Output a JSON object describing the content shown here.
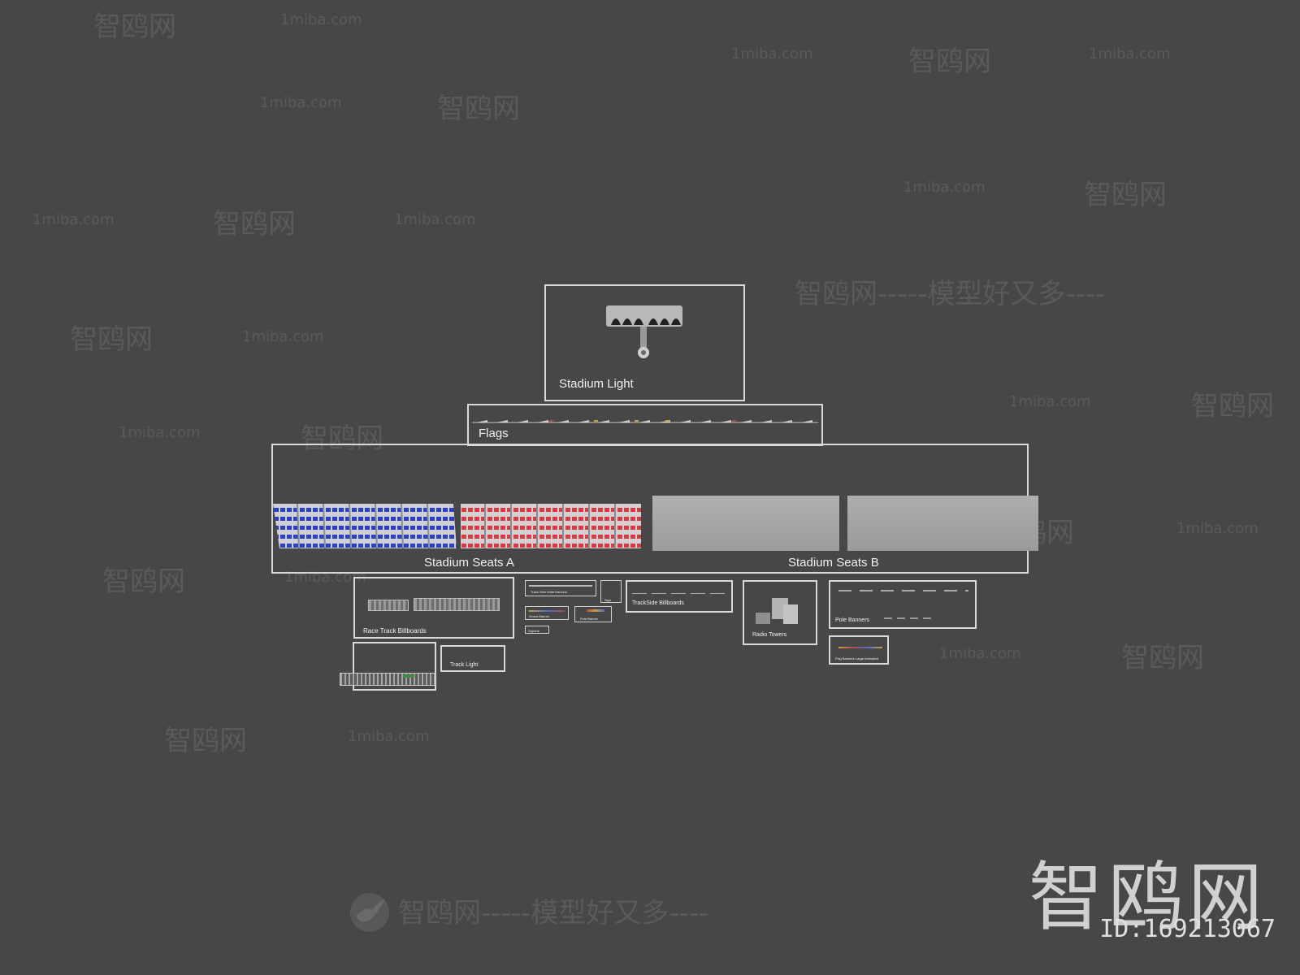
{
  "watermarks": {
    "brand": "智鸥网",
    "domain": "1miba.com",
    "slogan": "智鸥网-----模型好又多----"
  },
  "stadium_light": {
    "label": "Stadium Light"
  },
  "flags": {
    "label": "Flags"
  },
  "stadium_seats_a": {
    "label": "Stadium Seats A"
  },
  "stadium_seats_b": {
    "label": "Stadium Seats B"
  },
  "race_track_billboards": {
    "label": "Race Track Billboards"
  },
  "track_light": {
    "label": "Track Light"
  },
  "trackside_billboards": {
    "label": "TrackSide Billboards"
  },
  "radio_towers": {
    "label": "Radio Towers"
  },
  "pole_banners": {
    "label": "Pole Banners"
  },
  "flag_banners": {
    "label": "Flag Banners Large Animated"
  },
  "small_labels": {
    "track_side_wide_banners": "Track Side Wide Banners",
    "small_a": "Grand Banner",
    "small_b": "Pole Banner",
    "small_c": "Soporte",
    "small_d": "Sign"
  },
  "logo": {
    "brand": "智鸥网",
    "id": "ID:169213067"
  },
  "colors": {
    "background": "#474747",
    "frame": "#d9d9d9",
    "seats_a_blue": "#2b3fc9",
    "seats_a_red": "#d63a45"
  }
}
